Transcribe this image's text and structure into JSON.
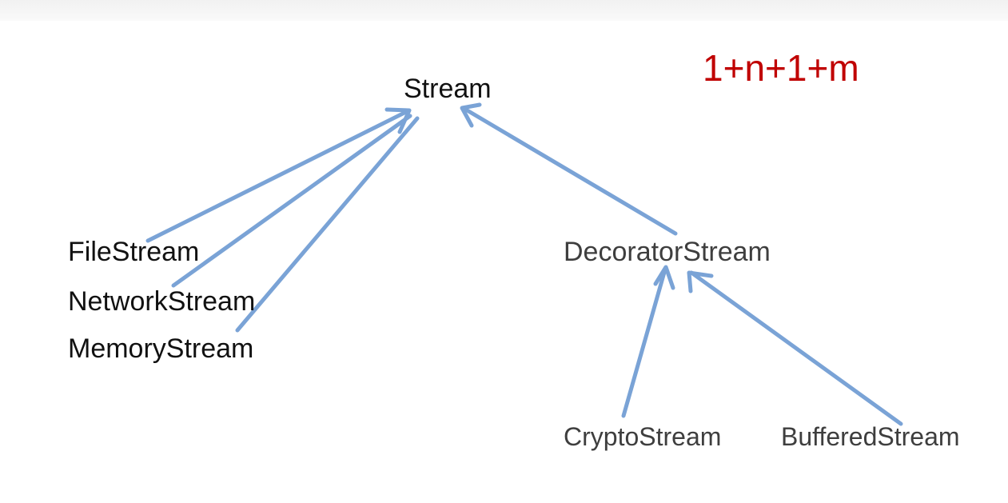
{
  "formula": "1+n+1+m",
  "colors": {
    "arrow": "#7aa3d6",
    "formula": "#c00000"
  },
  "nodes": {
    "stream": "Stream",
    "file_stream": "FileStream",
    "network_stream": "NetworkStream",
    "memory_stream": "MemoryStream",
    "decorator_stream": "DecoratorStream",
    "crypto_stream": "CryptoStream",
    "buffered_stream": "BufferedStream"
  }
}
